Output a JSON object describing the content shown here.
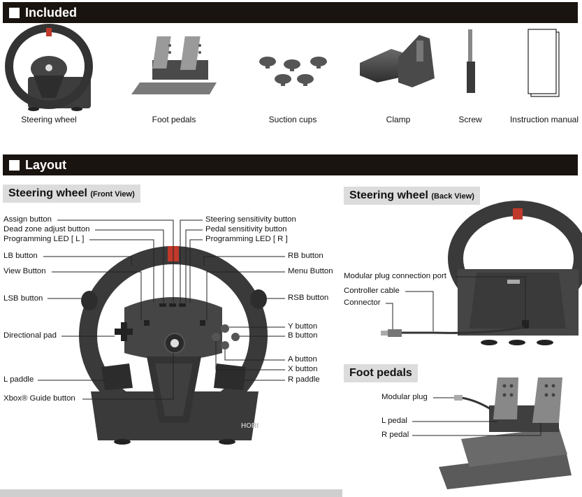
{
  "sections": {
    "included": "Included",
    "layout": "Layout"
  },
  "included_items": [
    {
      "label": "Steering wheel"
    },
    {
      "label": "Foot pedals"
    },
    {
      "label": "Suction cups"
    },
    {
      "label": "Clamp"
    },
    {
      "label": "Screw"
    },
    {
      "label": "Instruction manual"
    }
  ],
  "front_view": {
    "title": "Steering wheel",
    "subtitle": "(Front View)",
    "brand": "HORI",
    "left_callouts": [
      "Assign button",
      "Dead zone adjust button",
      "Programming LED [ L ]",
      "LB button",
      "View Button",
      "LSB button",
      "Directional pad",
      "L paddle",
      "Xbox® Guide button"
    ],
    "right_callouts": [
      "Steering sensitivity button",
      "Pedal sensitivity button",
      "Programming LED [ R ]",
      "RB button",
      "Menu Button",
      "RSB button",
      "Y button",
      "B button",
      "A button",
      "X button",
      "R paddle"
    ]
  },
  "back_view": {
    "title": "Steering wheel",
    "subtitle": "(Back View)",
    "callouts": [
      "Modular plug connection port",
      "Controller cable",
      "Connector"
    ]
  },
  "foot_pedals": {
    "title": "Foot pedals",
    "callouts": [
      "Modular plug",
      "L pedal",
      "R pedal"
    ]
  },
  "colors": {
    "section_bar": "#1a1410",
    "tab_bg": "#dcdcdc",
    "wheel_dark": "#3a3a3a",
    "wheel_red": "#c0392b"
  }
}
